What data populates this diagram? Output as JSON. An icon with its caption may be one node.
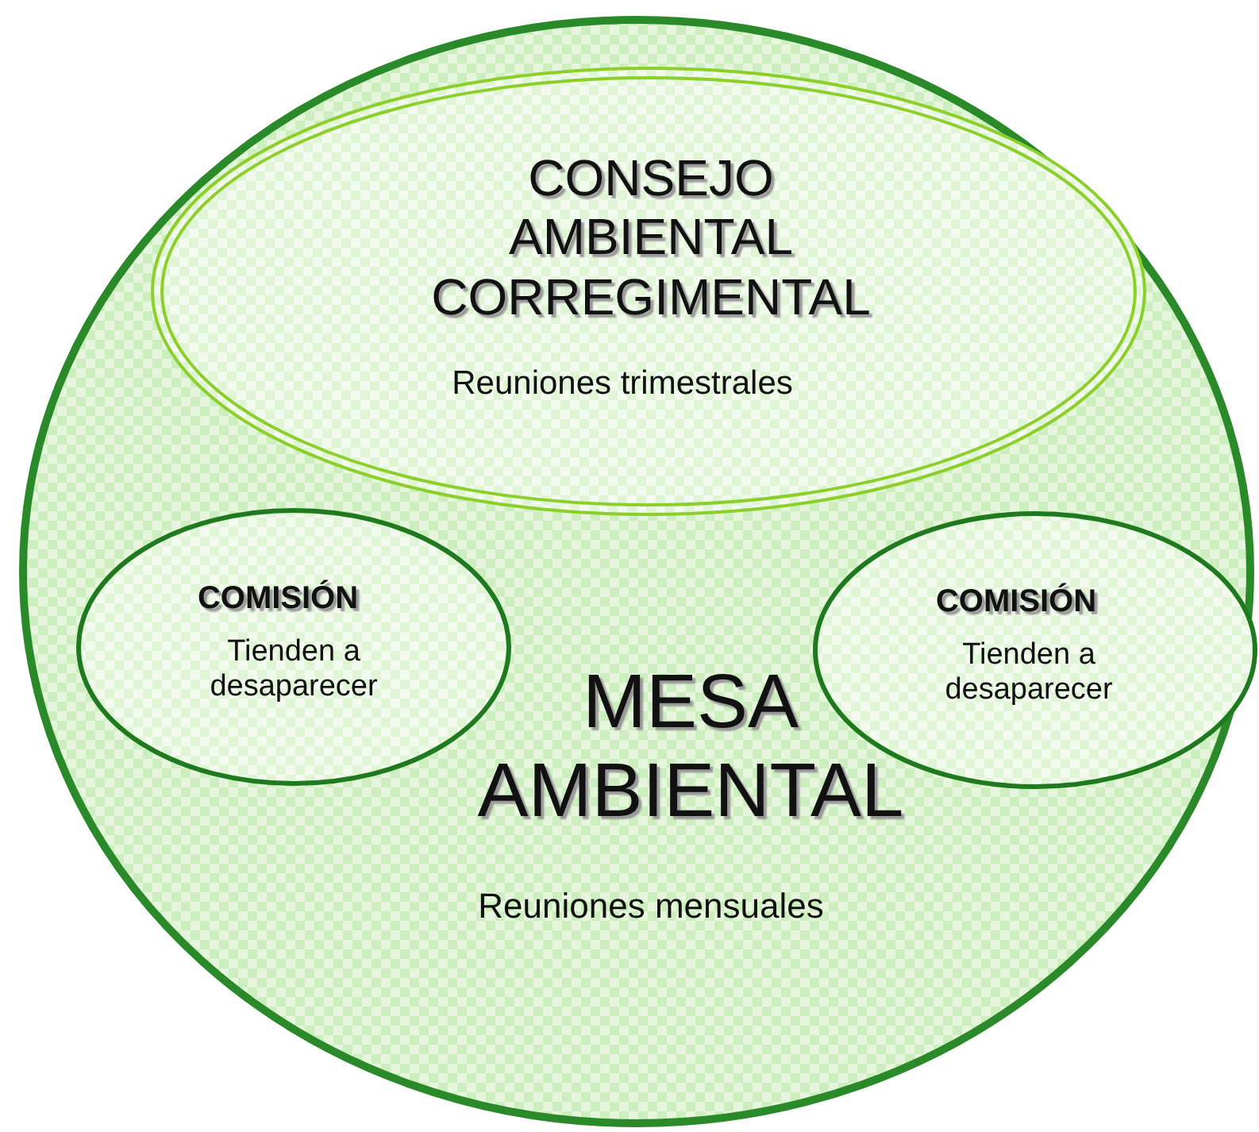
{
  "diagram": {
    "nodes": [
      {
        "text": [
          "MESA AMBIENTAL",
          "Reuniones mensuales"
        ]
      },
      {
        "text": [
          "CONSEJO AMBIENTAL CORREGIMENTAL",
          "Reuniones trimestrales"
        ],
        "in": 0
      },
      {
        "text": [
          "COMISIÓN",
          "Tienden a desaparecer"
        ],
        "in": 0
      },
      {
        "text": [
          "COMISIÓN",
          "Tienden a desaparecer"
        ],
        "in": 0
      }
    ]
  }
}
